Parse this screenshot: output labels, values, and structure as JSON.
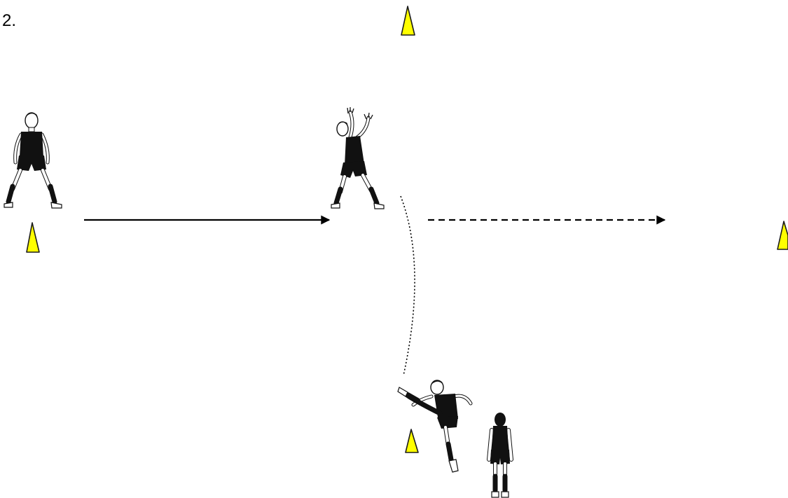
{
  "diagram": {
    "step_label": "2.",
    "colors": {
      "cone_fill": "#ffff00",
      "cone_stroke": "#1a1a1a",
      "line": "#000000",
      "kit_dark": "#111111",
      "kit_light": "#ffffff"
    },
    "elements": {
      "cones": [
        "cone-top",
        "cone-left",
        "cone-right",
        "cone-bottom"
      ],
      "players": [
        "player-start-ready",
        "player-marking",
        "player-kicking",
        "player-waiting"
      ],
      "paths": [
        "run-path-solid-arrow",
        "lead-path-dashed-arrow",
        "kick-path-dotted"
      ]
    }
  }
}
